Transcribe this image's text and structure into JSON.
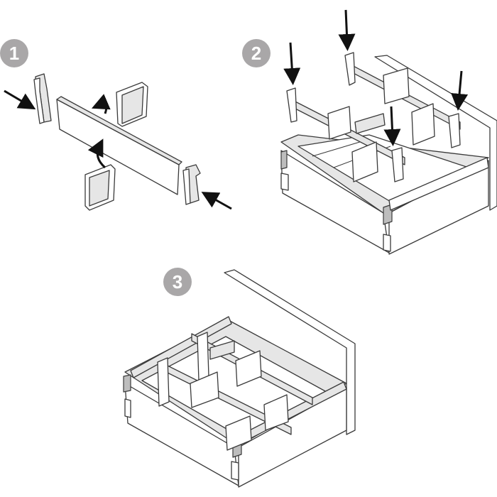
{
  "steps": [
    {
      "number": "1"
    },
    {
      "number": "2"
    },
    {
      "number": "3"
    }
  ],
  "colors": {
    "badge": "#a9a7a8",
    "line": "#3a3a3a",
    "arrow": "#111111"
  }
}
